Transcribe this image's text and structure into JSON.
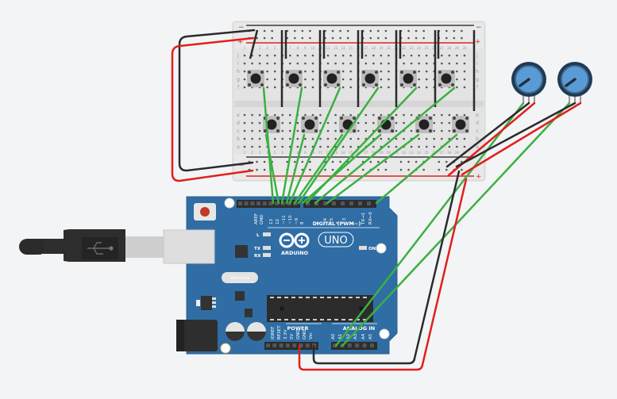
{
  "board": {
    "brand": "ARDUINO",
    "model": "UNO",
    "digital_label": "DIGITAL (PWM~)",
    "power_label": "POWER",
    "analog_label": "ANALOG IN",
    "on_label": "ON",
    "led_l": "L",
    "led_tx": "TX",
    "led_rx": "RX",
    "crystal_text": "SPK16.000",
    "digital_pins": [
      "AREF",
      "GND",
      "13",
      "12",
      "~11",
      "~10",
      "~9",
      "8",
      "7",
      "~6",
      "~5",
      "4",
      "~3",
      "2",
      "TX→1",
      "RX←0"
    ],
    "power_pins": [
      "IOREF",
      "RESET",
      "3.3V",
      "5V",
      "GND",
      "GND",
      "Vin"
    ],
    "analog_pins": [
      "A0",
      "A1",
      "A2",
      "A3",
      "A4",
      "A5"
    ]
  },
  "breadboard": {
    "rail_minus": "−",
    "rail_plus": "+",
    "row_letters_top": [
      "j",
      "i",
      "h",
      "g",
      "f"
    ],
    "row_letters_bottom": [
      "e",
      "d",
      "c",
      "b",
      "a"
    ],
    "columns": 30,
    "pushbuttons": 12
  },
  "potentiometers": {
    "count": 2
  },
  "colors": {
    "board": "#2f6da4",
    "wire_green": "#3cb043",
    "wire_red": "#e0201b",
    "wire_black": "#2b2b2b",
    "breadboard": "#e6e6e6",
    "pot": "#5b9bd5"
  }
}
